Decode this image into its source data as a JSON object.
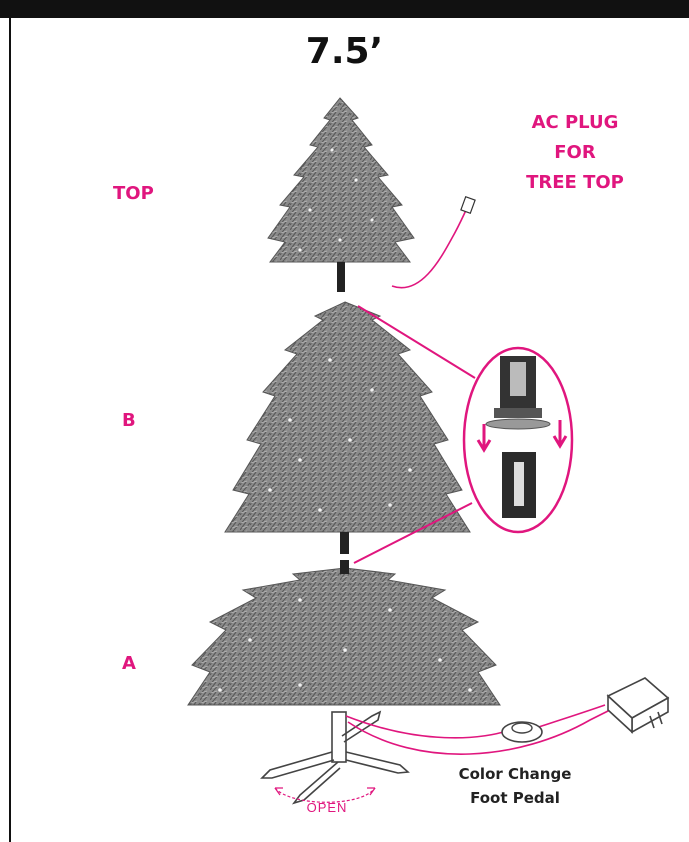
{
  "title": "7.5’",
  "sections": {
    "top": "TOP",
    "b": "B",
    "a": "A"
  },
  "ac_plug": {
    "line1": "AC PLUG",
    "line2": "FOR",
    "line3": "TREE TOP"
  },
  "pedal": {
    "line1": "Color Change",
    "line2": "Foot Pedal"
  },
  "stand_label": "OPEN",
  "colors": {
    "accent": "#e0167e",
    "tree": "#7a7a7a",
    "dark": "#111111"
  },
  "icons": [
    "tree-top-section-icon",
    "tree-middle-section-icon",
    "tree-bottom-section-icon",
    "connector-detail-icon",
    "foot-pedal-icon",
    "ac-adapter-icon",
    "tree-stand-icon"
  ]
}
